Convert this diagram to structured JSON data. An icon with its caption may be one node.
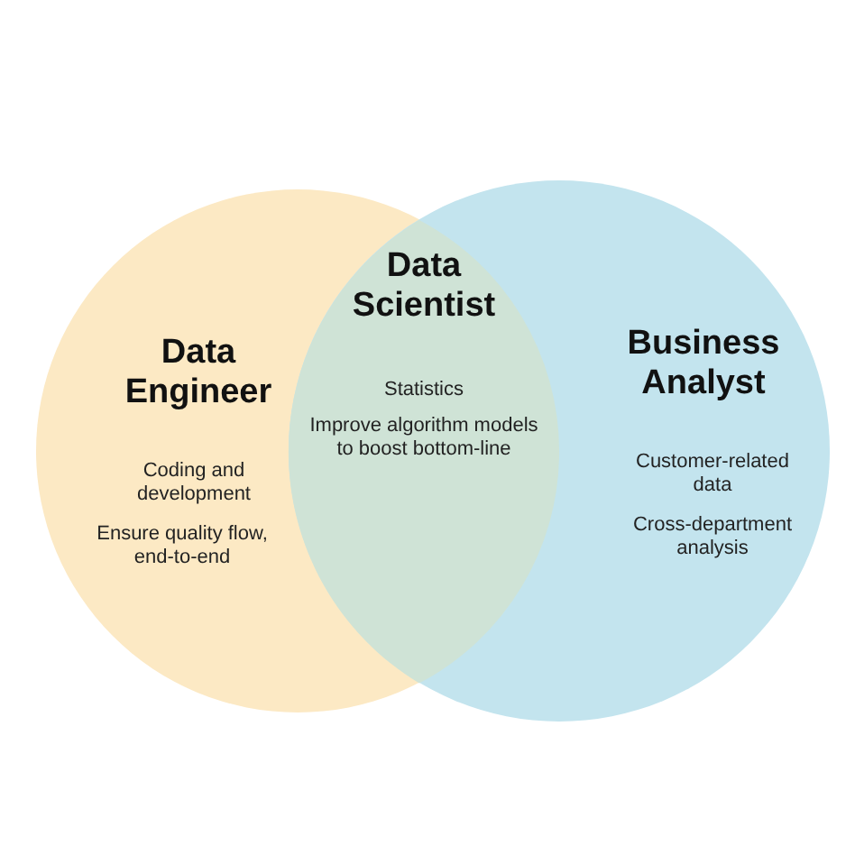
{
  "diagram": {
    "nodes": [
      {
        "text": [
          "Data Engineer",
          "Coding and development",
          "Ensure quality flow, end-to-end"
        ]
      },
      {
        "text": [
          "Business Analyst",
          "Customer-related data",
          "Cross-department analysis"
        ]
      },
      {
        "text": [
          "Data Scientist",
          "Statistics",
          "Improve algorithm models to boost bottom-line"
        ]
      }
    ]
  }
}
